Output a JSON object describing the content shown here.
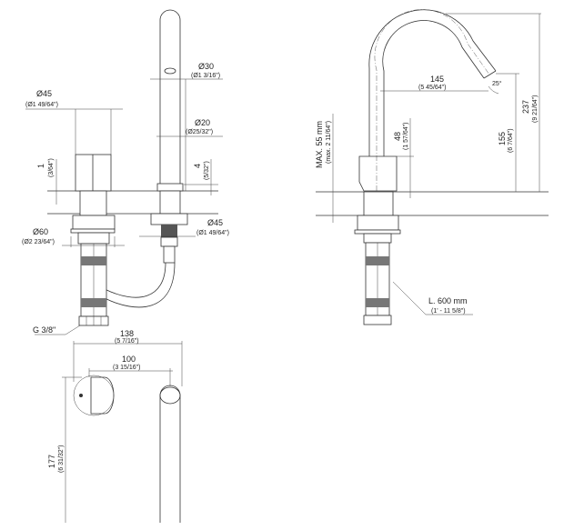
{
  "title": "Faucet technical drawing",
  "front_view": {
    "spout_top_dia": {
      "mm": "Ø30",
      "in": "(Ø1 3/16\")"
    },
    "spout_dia": {
      "mm": "Ø20",
      "in": "(Ø25/32\")"
    },
    "handle_dia": {
      "mm": "Ø45",
      "in": "(Ø1 49/64\")"
    },
    "handle_gap": {
      "mm": "1",
      "in": "(3/64\")"
    },
    "spout_gap": {
      "mm": "4",
      "in": "(5/32\")"
    },
    "flange_dia": {
      "mm": "Ø60",
      "in": "(Ø2 23/64\")"
    },
    "spout_flange_dia": {
      "mm": "Ø45",
      "in": "(Ø1 49/64\")"
    },
    "thread": "G 3/8\""
  },
  "side_view": {
    "reach": {
      "mm": "145",
      "in": "(5 45/64\")"
    },
    "angle": "25°",
    "outlet_height": {
      "mm": "155",
      "in": "(6 7/64\")"
    },
    "total_height": {
      "mm": "237",
      "in": "(9 21/64\")"
    },
    "body_height": {
      "mm": "48",
      "in": "(1 57/64\")"
    },
    "max_thickness": {
      "mm": "MAX. 55 mm",
      "in": "(max. 2 11/64\")"
    },
    "hose_length": {
      "mm": "L. 600 mm",
      "in": "(1' - 11 5/8\")"
    }
  },
  "top_view": {
    "overall_width": {
      "mm": "138",
      "in": "(5 7/16\")"
    },
    "spacing": {
      "mm": "100",
      "in": "(3 15/16\")"
    },
    "depth": {
      "mm": "177",
      "in": "(6 31/32\")"
    }
  }
}
